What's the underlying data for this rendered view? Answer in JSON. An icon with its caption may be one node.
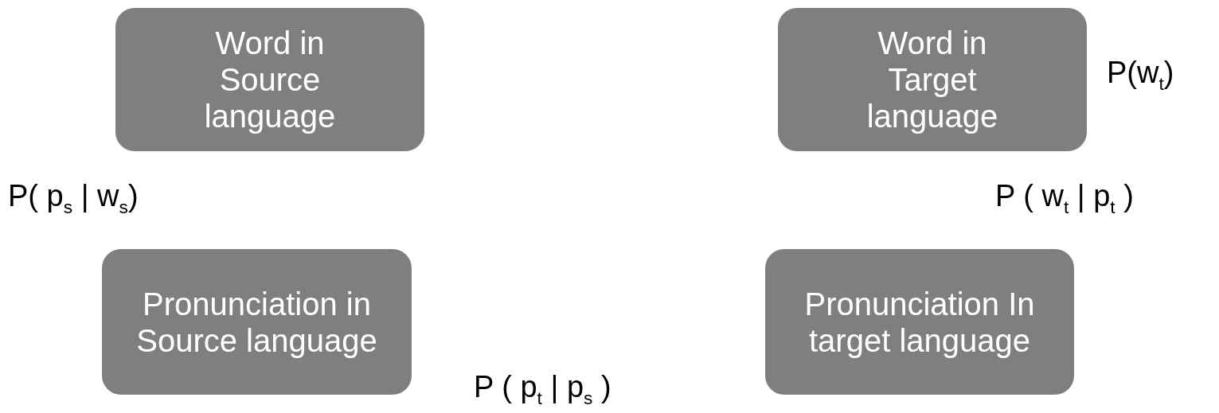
{
  "diagram": {
    "nodes": [
      {
        "text": [
          "Word in Source language"
        ]
      },
      {
        "text": [
          "Word in Target language"
        ]
      },
      {
        "text": [
          "Pronunciation in Source language"
        ]
      },
      {
        "text": [
          "Pronunciation In target language"
        ]
      }
    ],
    "labels": [
      "P(w$_{t}$)",
      "P( p$_{s}$ | w$_{s}$)",
      "P ( w$_{t}$ | p$_{t}$ )",
      "P ( p$_{t}$ | p$_{s}$ )"
    ]
  }
}
